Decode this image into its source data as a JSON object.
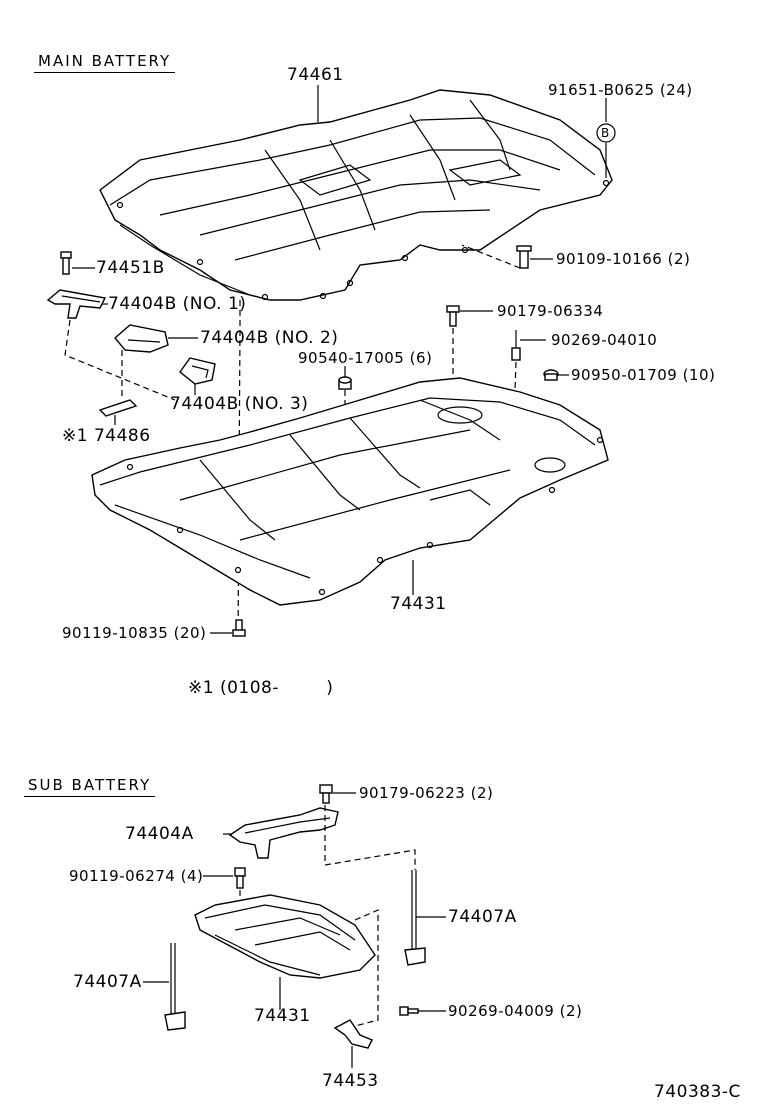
{
  "sections": {
    "main": "MAIN BATTERY",
    "sub": "SUB BATTERY"
  },
  "main_labels": {
    "p74461": "74461",
    "p91651": "91651-B0625 (24)",
    "circle_b": "B",
    "p90109": "90109-10166 (2)",
    "p74451b": "74451B",
    "p74404b1": "74404B (NO. 1)",
    "p74404b2": "74404B (NO. 2)",
    "p74404b3": "74404B (NO. 3)",
    "p74486": "※1 74486",
    "p90179a": "90179-06334",
    "p90269a": "90269-04010",
    "p90540": "90540-17005 (6)",
    "p90950": "90950-01709 (10)",
    "p74431": "74431",
    "p90119a": "90119-10835 (20)",
    "note": "※1 (0108-        )"
  },
  "sub_labels": {
    "p90179b": "90179-06223 (2)",
    "p74404a": "74404A",
    "p90119b": "90119-06274 (4)",
    "p74407a_r": "74407A",
    "p74407a_l": "74407A",
    "p74431": "74431",
    "p90269b": "90269-04009 (2)",
    "p74453": "74453"
  },
  "footer": {
    "code": "740383-C"
  }
}
